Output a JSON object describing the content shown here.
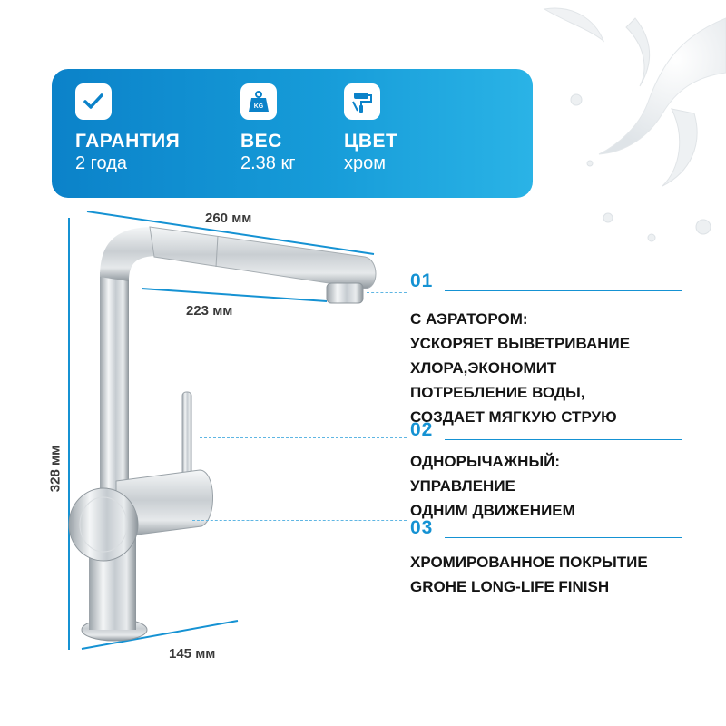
{
  "specs": [
    {
      "icon": "checkmark-icon",
      "label": "ГАРАНТИЯ",
      "value": "2 года"
    },
    {
      "icon": "weight-icon",
      "icon_text": "KG",
      "label": "ВЕС",
      "value": "2.38 кг"
    },
    {
      "icon": "paint-roller-icon",
      "label": "ЦВЕТ",
      "value": "хром"
    }
  ],
  "dimensions": {
    "spout_length": "260 мм",
    "reach": "223 мм",
    "height": "328 мм",
    "base": "145 мм"
  },
  "features": [
    {
      "num": "01",
      "lines": [
        "С АЭРАТОРОМ:",
        "УСКОРЯЕТ ВЫВЕТРИВАНИЕ",
        "ХЛОРА,ЭКОНОМИТ",
        "ПОТРЕБЛЕНИЕ ВОДЫ,",
        "СОЗДАЕТ МЯГКУЮ СТРУЮ"
      ]
    },
    {
      "num": "02",
      "lines": [
        "ОДНОРЫЧАЖНЫЙ:",
        "УПРАВЛЕНИЕ",
        "ОДНИМ ДВИЖЕНИЕМ"
      ]
    },
    {
      "num": "03",
      "lines": [
        "ХРОМИРОВАННОЕ ПОКРЫТИЕ",
        "GROHE LONG-LIFE FINISH"
      ]
    }
  ],
  "colors": {
    "accent": "#1592d3",
    "banner": "#0b82c9",
    "chrome": "#c7ccd1"
  }
}
